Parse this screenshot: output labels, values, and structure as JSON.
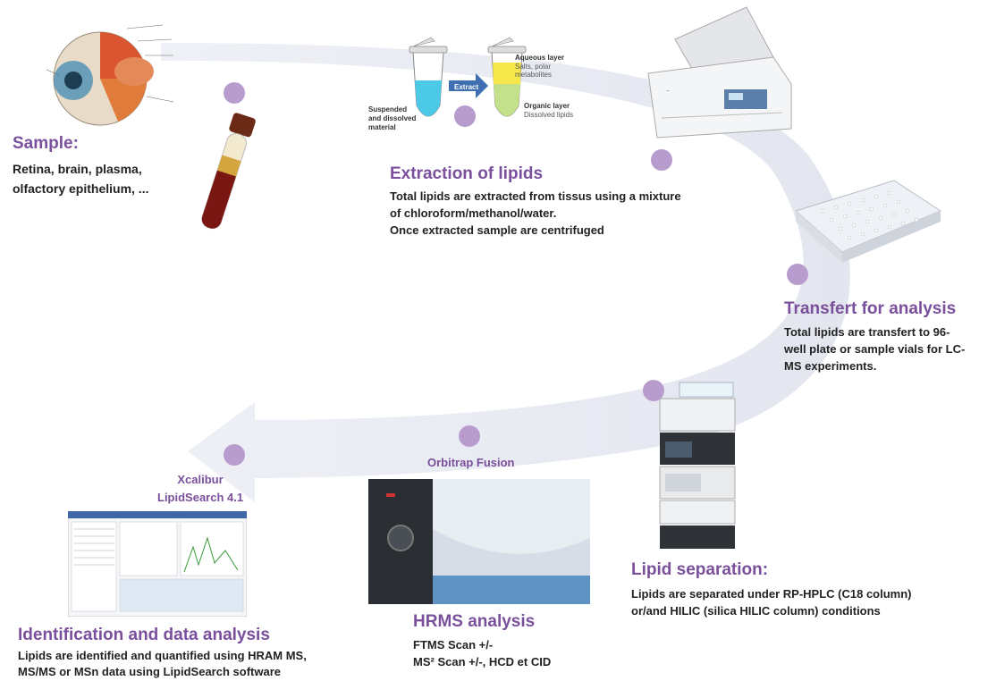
{
  "steps": {
    "sample": {
      "title": "Sample:",
      "lines": [
        "Retina, brain, plasma,",
        "olfactory epithelium, ..."
      ]
    },
    "extraction": {
      "title": "Extraction of lipids",
      "lines": [
        "Total lipids are extracted from tissus using a mixture",
        "of chloroform/methanol/water.",
        "Once extracted sample are centrifuged"
      ],
      "figure": {
        "extract_label": "Extract",
        "aqueous_title": "Aqueous layer",
        "aqueous_desc": [
          "Salts, polar",
          "metabolites"
        ],
        "organic_title": "Organic layer",
        "organic_desc": "Dissolved lipids",
        "suspended": [
          "Suspended",
          "and dissolved",
          "material"
        ]
      }
    },
    "transfer": {
      "title": "Transfert for analysis",
      "lines": [
        "Total lipids are transfert to 96-",
        "well plate or sample vials for LC-",
        "MS experiments."
      ]
    },
    "separation": {
      "title": "Lipid separation:",
      "lines": [
        "Lipids are separated under RP-HPLC (C18 column)",
        "or/and HILIC (silica HILIC column) conditions"
      ]
    },
    "hrms": {
      "instrument": "Orbitrap Fusion",
      "title": "HRMS analysis",
      "lines": [
        "FTMS Scan +/-",
        "MS² Scan +/-, HCD et CID"
      ]
    },
    "identification": {
      "software": [
        "Xcalibur",
        "LipidSearch 4.1"
      ],
      "title": "Identification and data analysis",
      "lines": [
        "Lipids are identified and quantified using HRAM MS,",
        "MS/MS or MSn data using LipidSearch software"
      ]
    }
  },
  "colors": {
    "accent": "#7a4f9c",
    "dot": "#b89ccd",
    "arrow": "#e6e8f2"
  }
}
